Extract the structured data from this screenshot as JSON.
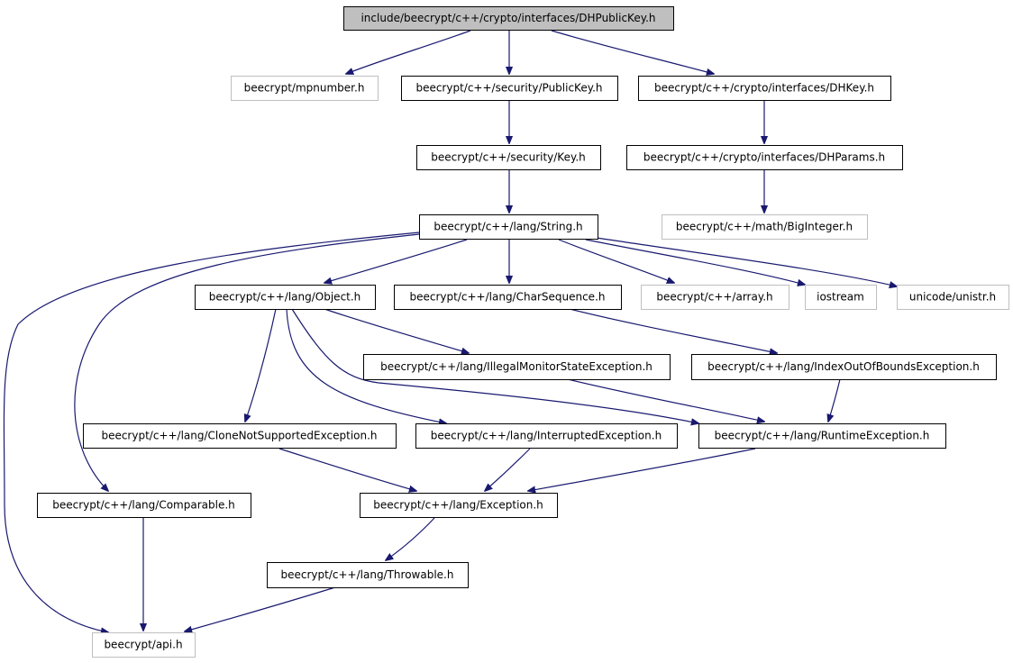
{
  "colors": {
    "edge": "#191970",
    "root_fill": "#bfbfbf",
    "root_border": "#000000",
    "documented_border": "#000000",
    "external_border": "#bfbfbf",
    "node_fill": "#ffffff"
  },
  "nodes": [
    {
      "id": "dhpublickey",
      "label": "include/beecrypt/c++/crypto/interfaces/DHPublicKey.h",
      "kind": "root"
    },
    {
      "id": "mpnumber",
      "label": "beecrypt/mpnumber.h",
      "kind": "external"
    },
    {
      "id": "publickey",
      "label": "beecrypt/c++/security/PublicKey.h",
      "kind": "documented"
    },
    {
      "id": "dhkey",
      "label": "beecrypt/c++/crypto/interfaces/DHKey.h",
      "kind": "documented"
    },
    {
      "id": "key",
      "label": "beecrypt/c++/security/Key.h",
      "kind": "documented"
    },
    {
      "id": "dhparams",
      "label": "beecrypt/c++/crypto/interfaces/DHParams.h",
      "kind": "documented"
    },
    {
      "id": "string",
      "label": "beecrypt/c++/lang/String.h",
      "kind": "documented"
    },
    {
      "id": "biginteger",
      "label": "beecrypt/c++/math/BigInteger.h",
      "kind": "external"
    },
    {
      "id": "object",
      "label": "beecrypt/c++/lang/Object.h",
      "kind": "documented"
    },
    {
      "id": "charsequence",
      "label": "beecrypt/c++/lang/CharSequence.h",
      "kind": "documented"
    },
    {
      "id": "array",
      "label": "beecrypt/c++/array.h",
      "kind": "external"
    },
    {
      "id": "iostream",
      "label": "iostream",
      "kind": "external"
    },
    {
      "id": "unistr",
      "label": "unicode/unistr.h",
      "kind": "external"
    },
    {
      "id": "illegalmonitor",
      "label": "beecrypt/c++/lang/IllegalMonitorStateException.h",
      "kind": "documented"
    },
    {
      "id": "indexoutofbounds",
      "label": "beecrypt/c++/lang/IndexOutOfBoundsException.h",
      "kind": "documented"
    },
    {
      "id": "clonenotsupported",
      "label": "beecrypt/c++/lang/CloneNotSupportedException.h",
      "kind": "documented"
    },
    {
      "id": "interrupted",
      "label": "beecrypt/c++/lang/InterruptedException.h",
      "kind": "documented"
    },
    {
      "id": "runtime",
      "label": "beecrypt/c++/lang/RuntimeException.h",
      "kind": "documented"
    },
    {
      "id": "comparable",
      "label": "beecrypt/c++/lang/Comparable.h",
      "kind": "documented"
    },
    {
      "id": "exception",
      "label": "beecrypt/c++/lang/Exception.h",
      "kind": "documented"
    },
    {
      "id": "throwable",
      "label": "beecrypt/c++/lang/Throwable.h",
      "kind": "documented"
    },
    {
      "id": "api",
      "label": "beecrypt/api.h",
      "kind": "external"
    }
  ],
  "edges": [
    {
      "from": "dhpublickey",
      "to": "mpnumber"
    },
    {
      "from": "dhpublickey",
      "to": "publickey"
    },
    {
      "from": "dhpublickey",
      "to": "dhkey"
    },
    {
      "from": "publickey",
      "to": "key"
    },
    {
      "from": "key",
      "to": "string"
    },
    {
      "from": "dhkey",
      "to": "dhparams"
    },
    {
      "from": "dhparams",
      "to": "biginteger"
    },
    {
      "from": "string",
      "to": "object"
    },
    {
      "from": "string",
      "to": "charsequence"
    },
    {
      "from": "string",
      "to": "array"
    },
    {
      "from": "string",
      "to": "iostream"
    },
    {
      "from": "string",
      "to": "unistr"
    },
    {
      "from": "string",
      "to": "comparable"
    },
    {
      "from": "string",
      "to": "api"
    },
    {
      "from": "object",
      "to": "illegalmonitor"
    },
    {
      "from": "object",
      "to": "clonenotsupported"
    },
    {
      "from": "object",
      "to": "interrupted"
    },
    {
      "from": "object",
      "to": "runtime"
    },
    {
      "from": "charsequence",
      "to": "indexoutofbounds"
    },
    {
      "from": "illegalmonitor",
      "to": "runtime"
    },
    {
      "from": "indexoutofbounds",
      "to": "runtime"
    },
    {
      "from": "clonenotsupported",
      "to": "exception"
    },
    {
      "from": "interrupted",
      "to": "exception"
    },
    {
      "from": "runtime",
      "to": "exception"
    },
    {
      "from": "comparable",
      "to": "api"
    },
    {
      "from": "exception",
      "to": "throwable"
    },
    {
      "from": "throwable",
      "to": "api"
    }
  ]
}
